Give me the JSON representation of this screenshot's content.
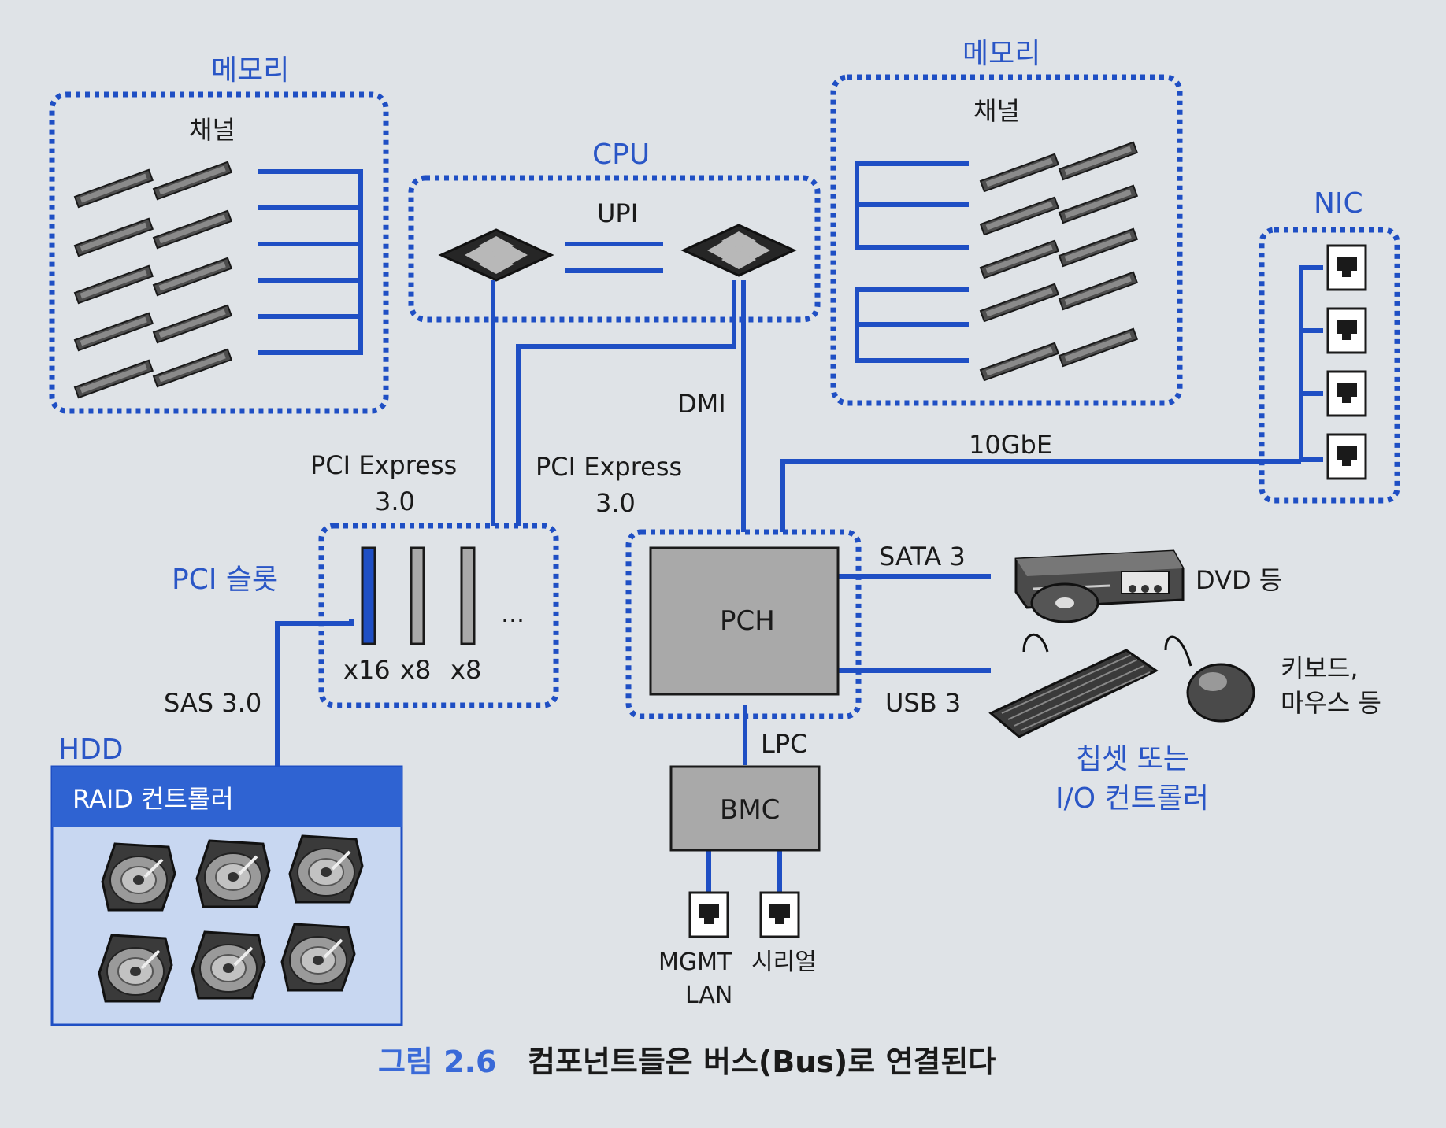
{
  "colors": {
    "line_blue": "#1f4fc4",
    "label_blue": "#2a56c6",
    "chip_gray": "#a9a9a9",
    "hdd_panel": "#c8d7f1",
    "hdd_header": "#2f63d2",
    "page_bg": "#dfe3e7"
  },
  "memory_left": {
    "title": "메모리",
    "channel": "채널"
  },
  "memory_right": {
    "title": "메모리",
    "channel": "채널"
  },
  "cpu": {
    "title": "CPU",
    "upi": "UPI"
  },
  "links": {
    "dmi": "DMI",
    "pcie_left_line1": "PCI Express",
    "pcie_left_line2": "3.0",
    "pcie_right_line1": "PCI Express",
    "pcie_right_line2": "3.0",
    "tengbe": "10GbE",
    "sata": "SATA 3",
    "usb": "USB 3",
    "lpc": "LPC",
    "sas": "SAS 3.0"
  },
  "nic": {
    "title": "NIC"
  },
  "pci_slots": {
    "title": "PCI 슬롯",
    "labels": [
      "x16",
      "x8",
      "x8"
    ],
    "more": "…"
  },
  "pch": {
    "label": "PCH"
  },
  "bmc": {
    "label": "BMC"
  },
  "bmc_ports": {
    "mgmt_line1": "MGMT",
    "mgmt_line2": "LAN",
    "serial": "시리얼"
  },
  "hdd": {
    "title": "HDD",
    "controller": "RAID 컨트롤러"
  },
  "dvd": {
    "label": "DVD 등"
  },
  "keyboard": {
    "line1": "키보드,",
    "line2": "마우스 등"
  },
  "chipset": {
    "line1": "칩셋 또는",
    "line2": "I/O 컨트롤러"
  },
  "caption": {
    "number": "그림 2.6",
    "text": "컴포넌트들은 버스(Bus)로 연결된다"
  }
}
